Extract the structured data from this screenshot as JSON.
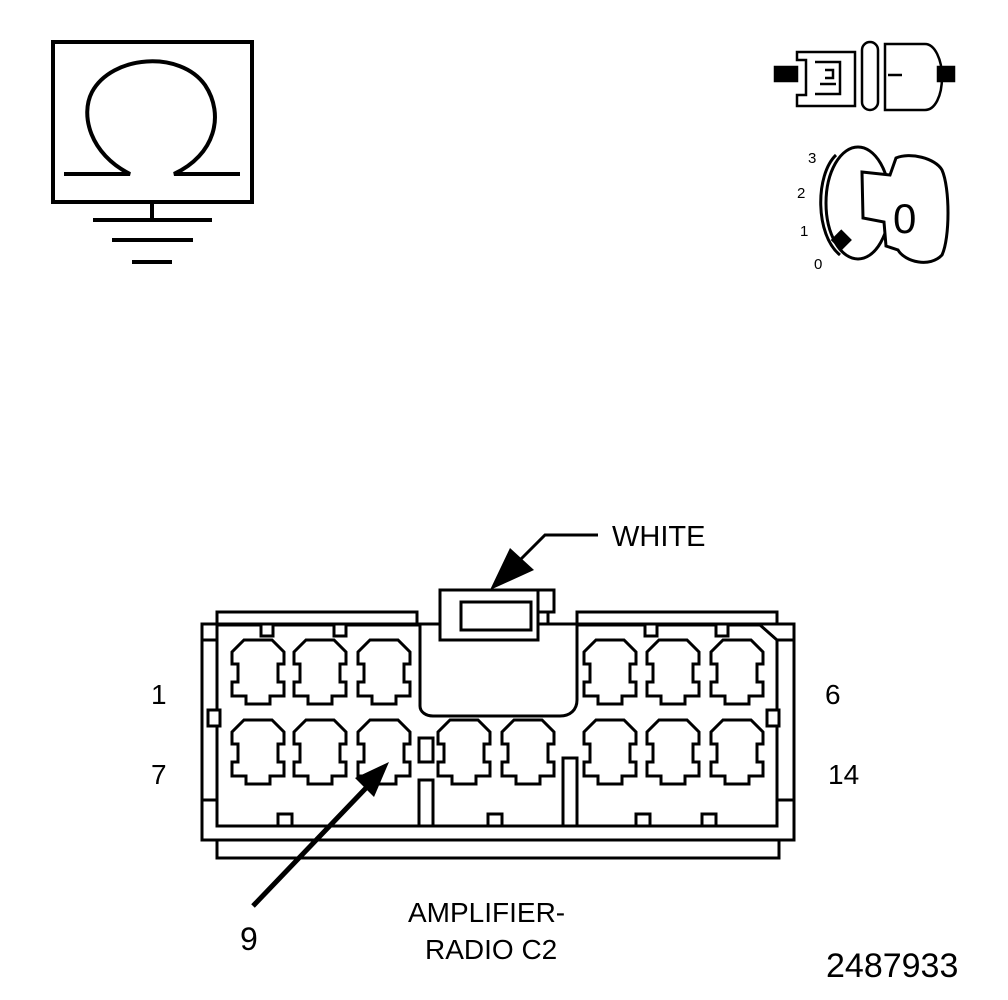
{
  "symbols": {
    "ohmmeter": {
      "icon": "ohmmeter-icon"
    },
    "connector": {
      "icon": "disconnected-connector-icon"
    },
    "ignition": {
      "icon": "ignition-key-icon",
      "positions": [
        "3",
        "2",
        "1",
        "0"
      ],
      "key_label": "0"
    }
  },
  "connector_view": {
    "color_label": "WHITE",
    "pin_labels": {
      "top_left": "1",
      "top_right": "6",
      "bottom_left": "7",
      "bottom_right": "14"
    },
    "callout_pin": "9",
    "name_line1": "AMPLIFIER-",
    "name_line2": "RADIO C2"
  },
  "figure_number": "2487933"
}
